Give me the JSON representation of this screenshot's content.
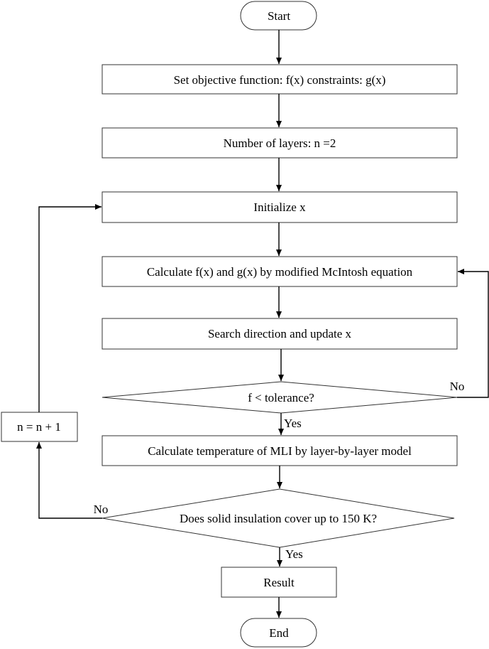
{
  "flowchart": {
    "start": "Start",
    "set_objective": "Set objective function: f(x) constraints: g(x)",
    "layers": "Number of layers: n =2",
    "initialize": "Initialize x",
    "calculate_fg": "Calculate f(x) and g(x) by modified McIntosh equation",
    "search": "Search direction and update x",
    "tolerance_decision": "f < tolerance?",
    "tolerance_yes": "Yes",
    "tolerance_no": "No",
    "calculate_temp": "Calculate temperature of MLI by layer-by-layer model",
    "insulation_decision": "Does solid insulation cover up to 150 K?",
    "insulation_yes": "Yes",
    "insulation_no": "No",
    "increment": "n = n + 1",
    "result": "Result",
    "end": "End"
  },
  "colors": {
    "stroke": "#333333",
    "arrow": "#000000",
    "fill": "#ffffff",
    "text": "#000000"
  }
}
